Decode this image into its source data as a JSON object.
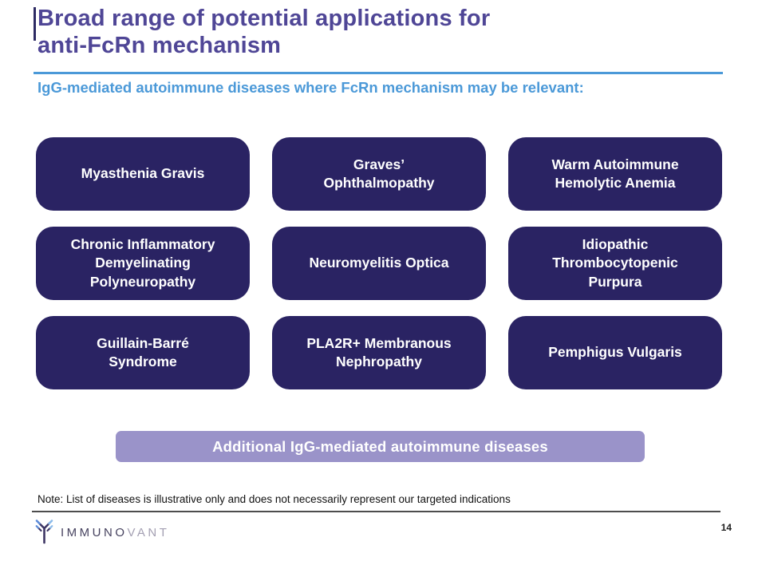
{
  "slide": {
    "title": "Broad range of potential applications for\nanti-FcRn mechanism",
    "subtitle": "IgG-mediated autoimmune diseases where FcRn mechanism may be relevant:",
    "note": "Note: List of diseases is illustrative only and does not necessarily represent our targeted indications",
    "page_number": "14"
  },
  "diseases": [
    {
      "label": "Myasthenia Gravis"
    },
    {
      "label": "Graves’\nOphthalmopathy"
    },
    {
      "label": "Warm Autoimmune\nHemolytic Anemia"
    },
    {
      "label": "Chronic Inflammatory\nDemyelinating\nPolyneuropathy"
    },
    {
      "label": "Neuromyelitis Optica"
    },
    {
      "label": "Idiopathic\nThrombocytopenic\nPurpura"
    },
    {
      "label": "Guillain-Barré\nSyndrome"
    },
    {
      "label": "PLA2R+ Membranous\nNephropathy"
    },
    {
      "label": "Pemphigus Vulgaris"
    }
  ],
  "banner": {
    "label": "Additional IgG-mediated autoimmune diseases"
  },
  "footer": {
    "logo_icon": "antibody-icon",
    "logo_text_primary": "IMMUNO",
    "logo_text_secondary": "VANT"
  },
  "colors": {
    "title_purple": "#4f4696",
    "accent_blue": "#4b99d8",
    "box_navy": "#2a2363",
    "banner_purple": "#9a93c9",
    "logo_dark": "#46425f",
    "logo_light": "#a39fb2",
    "logo_tip_blue": "#5c8bd8",
    "logo_tip_light_blue": "#8abaea"
  }
}
